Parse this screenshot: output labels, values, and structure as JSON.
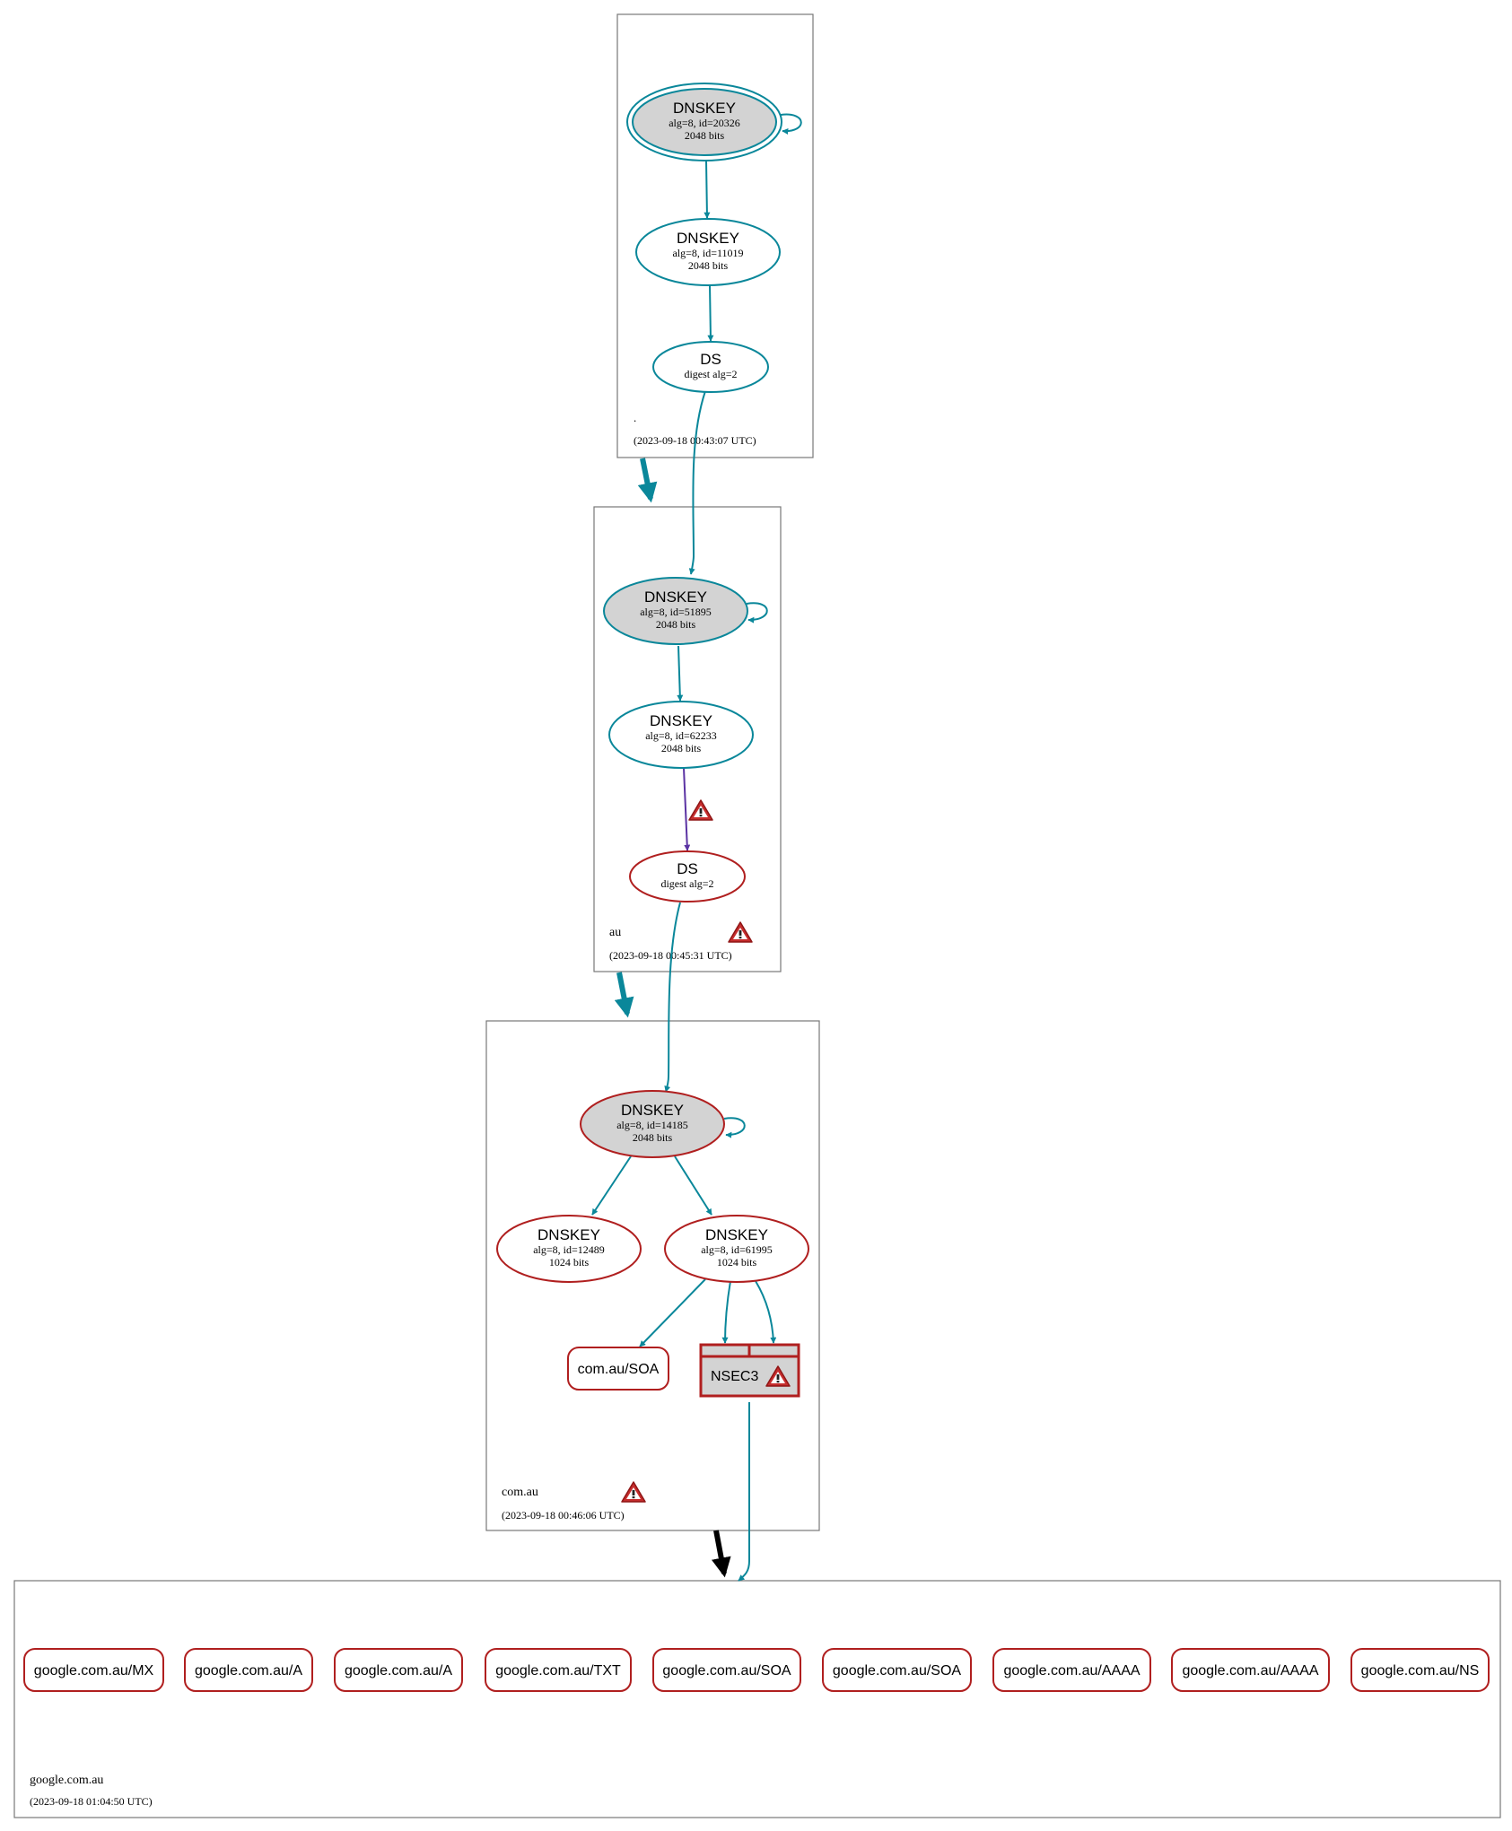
{
  "colors": {
    "teal": "#0a879a",
    "red": "#b01f1f",
    "purple": "#5b33a3",
    "grey_fill": "#d3d3d3",
    "black": "#000000",
    "box_border": "#777777"
  },
  "zones": {
    "root": {
      "name": ".",
      "timestamp": "(2023-09-18 00:43:07 UTC)"
    },
    "au": {
      "name": "au",
      "timestamp": "(2023-09-18 00:45:31 UTC)"
    },
    "comau": {
      "name": "com.au",
      "timestamp": "(2023-09-18 00:46:06 UTC)"
    },
    "google": {
      "name": "google.com.au",
      "timestamp": "(2023-09-18 01:04:50 UTC)"
    }
  },
  "nodes": {
    "root_ksk": {
      "title": "DNSKEY",
      "line1": "alg=8, id=20326",
      "line2": "2048 bits"
    },
    "root_zsk": {
      "title": "DNSKEY",
      "line1": "alg=8, id=11019",
      "line2": "2048 bits"
    },
    "root_ds": {
      "title": "DS",
      "line1": "digest alg=2"
    },
    "au_ksk": {
      "title": "DNSKEY",
      "line1": "alg=8, id=51895",
      "line2": "2048 bits"
    },
    "au_zsk": {
      "title": "DNSKEY",
      "line1": "alg=8, id=62233",
      "line2": "2048 bits"
    },
    "au_ds": {
      "title": "DS",
      "line1": "digest alg=2"
    },
    "comau_ksk": {
      "title": "DNSKEY",
      "line1": "alg=8, id=14185",
      "line2": "2048 bits"
    },
    "comau_zsk1": {
      "title": "DNSKEY",
      "line1": "alg=8, id=12489",
      "line2": "1024 bits"
    },
    "comau_zsk2": {
      "title": "DNSKEY",
      "line1": "alg=8, id=61995",
      "line2": "1024 bits"
    },
    "comau_soa": {
      "title": "com.au/SOA"
    },
    "nsec3": {
      "title": "NSEC3"
    }
  },
  "records": [
    "google.com.au/MX",
    "google.com.au/A",
    "google.com.au/A",
    "google.com.au/TXT",
    "google.com.au/SOA",
    "google.com.au/SOA",
    "google.com.au/AAAA",
    "google.com.au/AAAA",
    "google.com.au/NS"
  ],
  "icons": {
    "warning": "warning-triangle-icon"
  }
}
